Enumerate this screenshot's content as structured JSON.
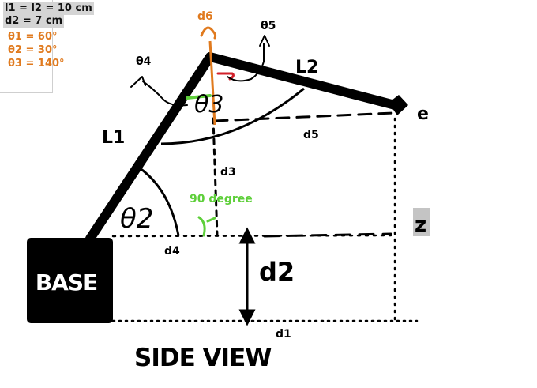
{
  "given": {
    "line1": "l1 = l2 = 10 cm",
    "line2": "d2 = 7 cm",
    "theta1": "θ1 =  60°",
    "theta2": "θ2 = 30°",
    "theta3": "θ3 = 140°"
  },
  "labels": {
    "base": "BASE",
    "side_view": "SIDE VIEW",
    "L1": "L1",
    "L2": "L2",
    "e": "e",
    "z": "z",
    "d1": "d1",
    "d2": "d2",
    "d3": "d3",
    "d4": "d4",
    "d5": "d5",
    "d6": "d6",
    "theta4": "θ4",
    "theta5": "θ5",
    "theta2_angle": "θ2",
    "theta3_angle": "θ3",
    "right_angle": "90 degree"
  },
  "colors": {
    "ink": "#000000",
    "orange": "#e07a1e",
    "green": "#5ecf3a",
    "red": "#d2202a",
    "highlight": "#d4d4d4"
  }
}
